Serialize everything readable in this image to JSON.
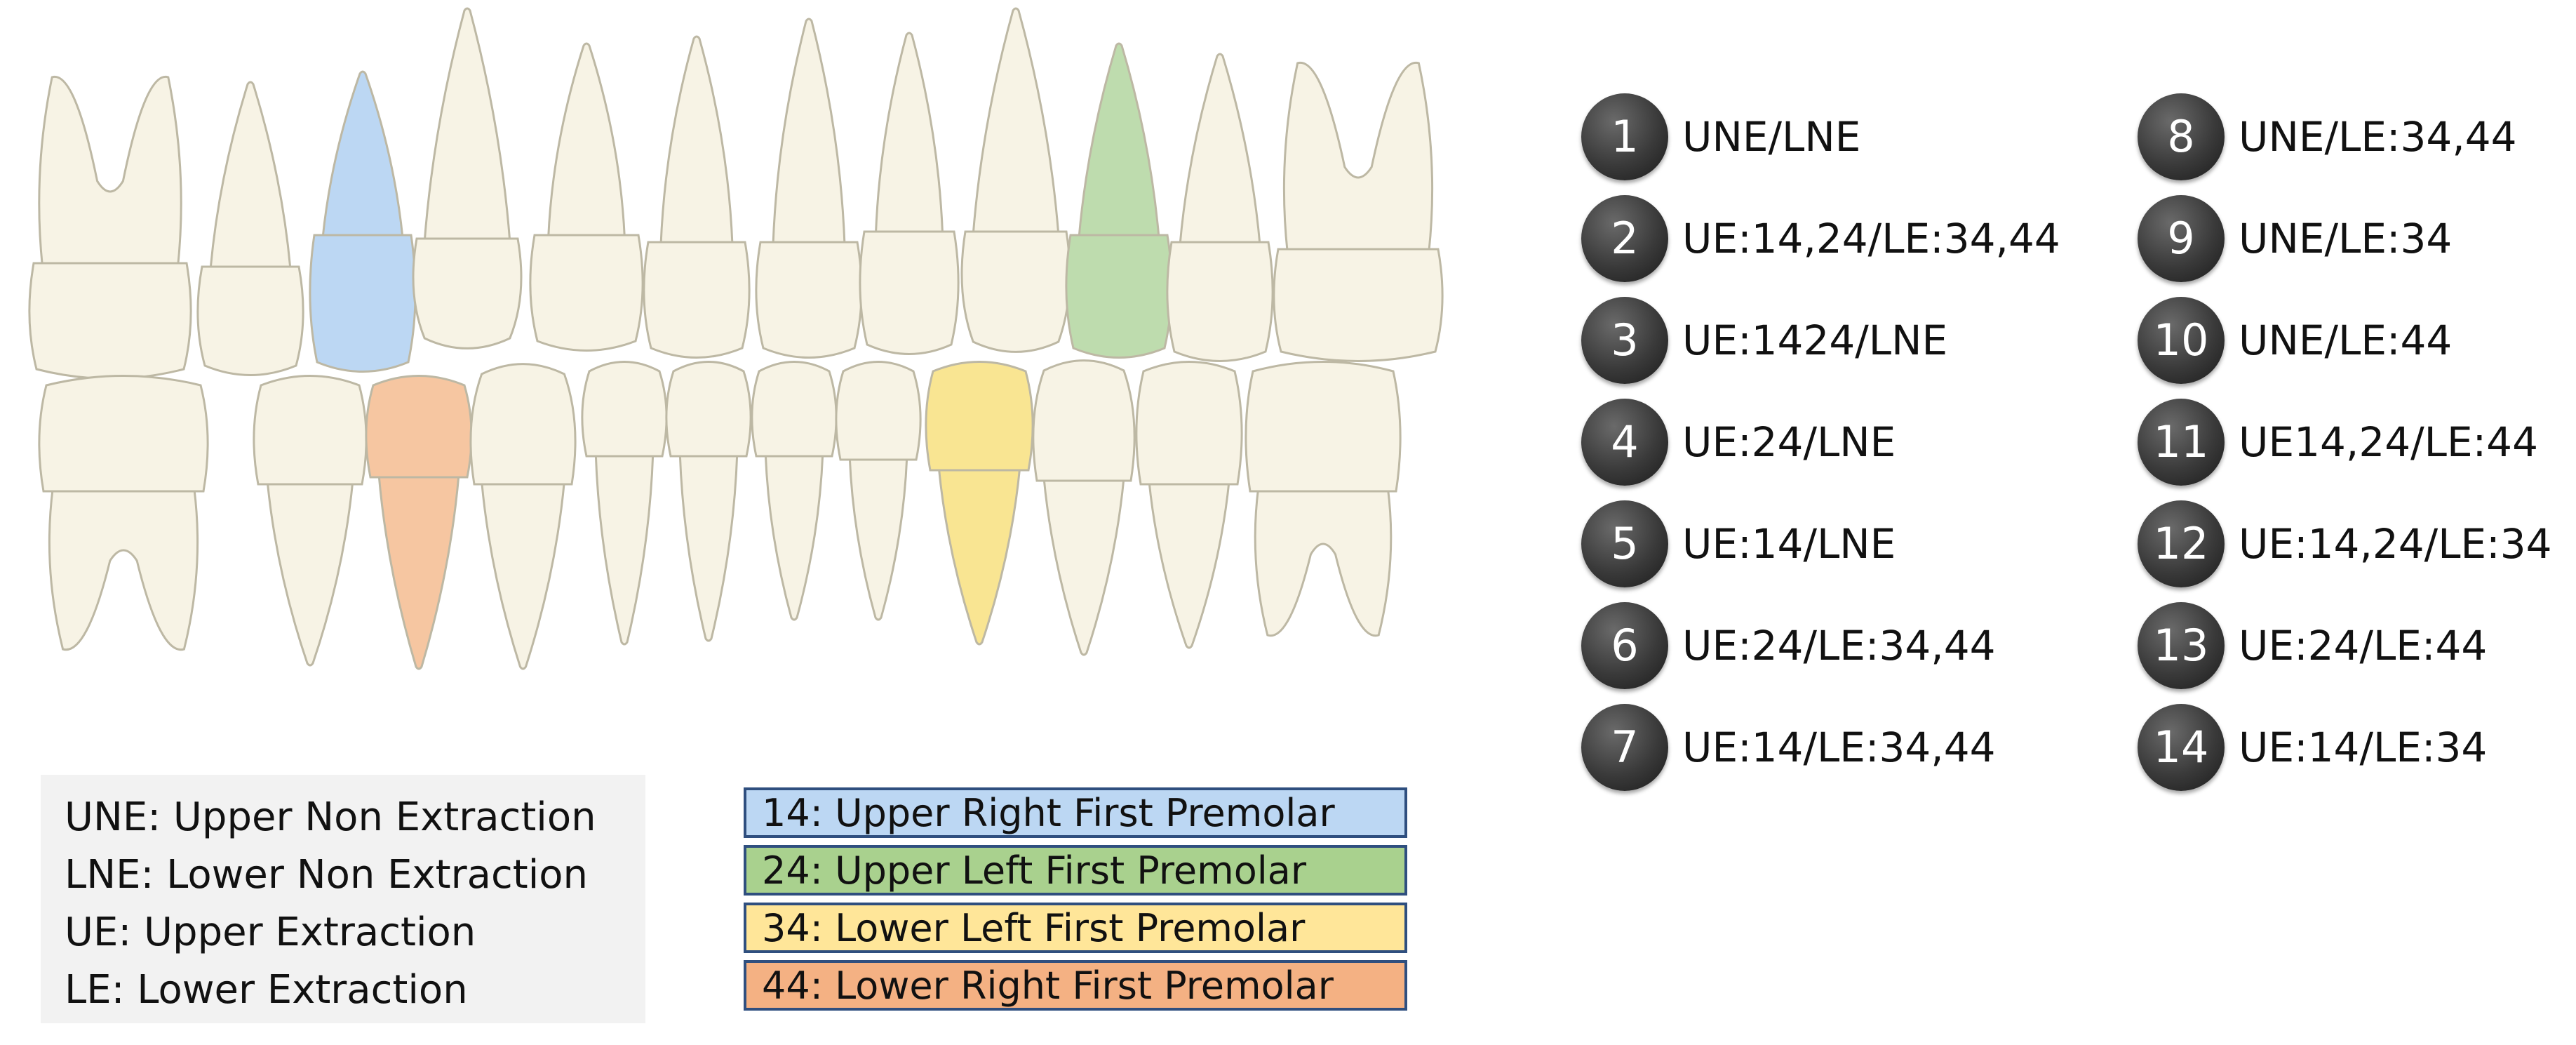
{
  "colors": {
    "tooth_neutral": "#f7f3e5",
    "tooth_outline": "#bdb8a4",
    "tooth_14": "#bcd7f3",
    "tooth_24": "#bedcae",
    "tooth_34": "#f9e592",
    "tooth_44": "#f6c6a1",
    "legend_border": "#2f4f7f"
  },
  "cases_col1": [
    {
      "num": "1",
      "label": "UNE/LNE"
    },
    {
      "num": "2",
      "label": "UE:14,24/LE:34,44"
    },
    {
      "num": "3",
      "label": "UE:1424/LNE"
    },
    {
      "num": "4",
      "label": "UE:24/LNE"
    },
    {
      "num": "5",
      "label": "UE:14/LNE"
    },
    {
      "num": "6",
      "label": "UE:24/LE:34,44"
    },
    {
      "num": "7",
      "label": "UE:14/LE:34,44"
    }
  ],
  "cases_col2": [
    {
      "num": "8",
      "label": "UNE/LE:34,44"
    },
    {
      "num": "9",
      "label": "UNE/LE:34"
    },
    {
      "num": "10",
      "label": "UNE/LE:44"
    },
    {
      "num": "11",
      "label": "UE14,24/LE:44"
    },
    {
      "num": "12",
      "label": "UE:14,24/LE:34"
    },
    {
      "num": "13",
      "label": "UE:24/LE:44"
    },
    {
      "num": "14",
      "label": "UE:14/LE:34"
    }
  ],
  "abbreviations": [
    "UNE: Upper Non Extraction",
    "LNE: Lower Non Extraction",
    "UE: Upper Extraction",
    "LE: Lower Extraction"
  ],
  "tooth_legend": [
    {
      "label": "14: Upper Right First Premolar",
      "color": "#bcd7f3"
    },
    {
      "label": "24: Upper Left First Premolar",
      "color": "#a9d18e"
    },
    {
      "label": "34: Lower Left First Premolar",
      "color": "#ffe699"
    },
    {
      "label": "44: Lower Right First Premolar",
      "color": "#f4b183"
    }
  ]
}
